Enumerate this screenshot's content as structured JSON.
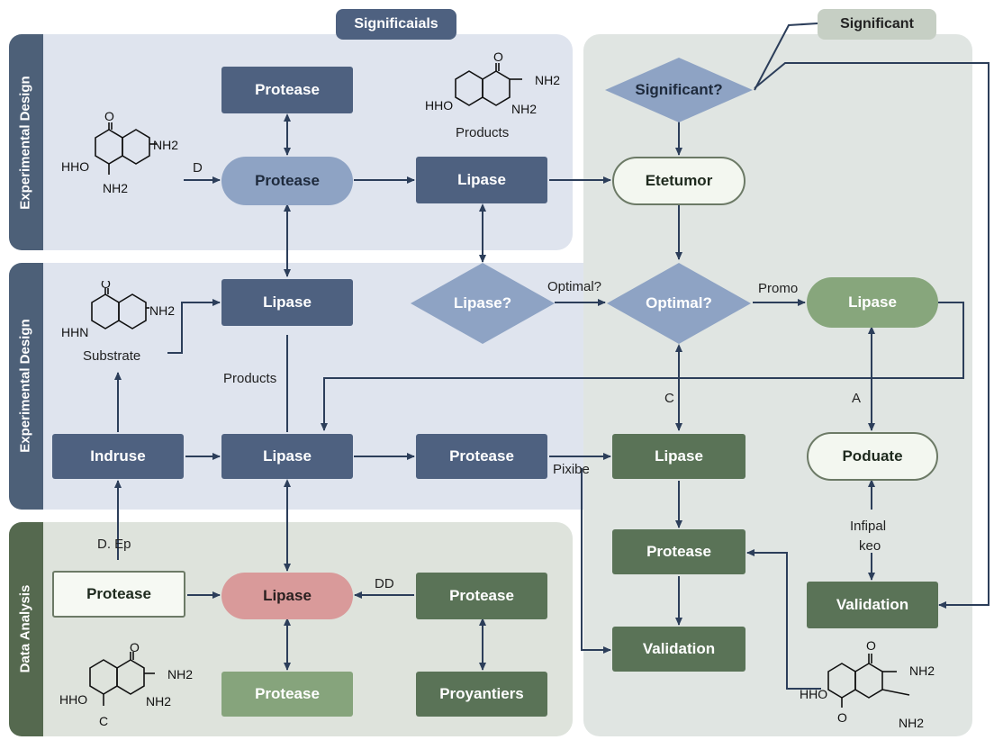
{
  "top_chips": {
    "left": "Significaials",
    "right": "Significant"
  },
  "lanes": {
    "lane1": "Experimental Design",
    "lane2": "Experimental Design",
    "lane3": "Data Analysis"
  },
  "nodes": {
    "protease_top": "Protease",
    "protease_pill": "Protease",
    "lipase_top": "Lipase",
    "etetumor": "Etetumor",
    "significant_q": "Significant?",
    "lipase_mid": "Lipase",
    "lipase_q": "Lipase?",
    "optimal_q": "Optimal?",
    "lipase_pill_right": "Lipase",
    "indruse": "Indruse",
    "lipase_center": "Lipase",
    "protease_center": "Protease",
    "lipase_green": "Lipase",
    "poduate": "Poduate",
    "protease_green_right": "Protease",
    "validation_right": "Validation",
    "validation_bottom": "Validation",
    "protease_white": "Protease",
    "lipase_red": "Lipase",
    "protease_dark_green": "Protease",
    "protease_light_green": "Protease",
    "proyantiers": "Proyantiers"
  },
  "labels": {
    "d": "D",
    "products_top": "Products",
    "optimal_label": "Optimal?",
    "promo": "Promo",
    "substrate": "Substrate",
    "products_mid": "Products",
    "c": "C",
    "a": "A",
    "pixibe": "Pixibe",
    "infipal": "Infipal",
    "keo": "keo",
    "d_ep": "D.   Ep",
    "dd": "DD"
  },
  "molecules": {
    "m1": {
      "top": "O",
      "left": "HHO",
      "right": "NH2",
      "bottom": "NH2"
    },
    "m2": {
      "top": "O",
      "left": "HHO",
      "right": "NH2",
      "bottom": "NH2"
    },
    "m3": {
      "top": "O",
      "left": "HHN",
      "right": "NH2"
    },
    "m4": {
      "top": "O",
      "left": "HHO",
      "right": "NH2",
      "bottom": "C",
      "bottom2": "NH2"
    },
    "m5": {
      "top": "O",
      "left": "HHO",
      "right": "NH2",
      "bottom": "O",
      "bottom2": "NH2"
    }
  },
  "colors": {
    "slate_blue": "#4e6180",
    "light_blue": "#8ea3c4",
    "dark_green": "#5a7357",
    "light_green": "#86a47c",
    "rose": "#d99a9a",
    "arrow": "#2c3e5a"
  }
}
